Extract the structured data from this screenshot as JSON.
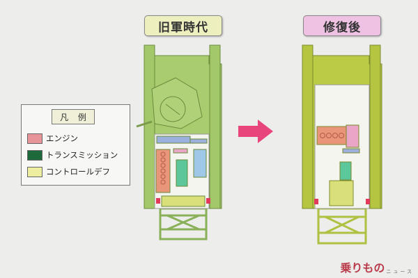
{
  "titles": {
    "before": "旧軍時代",
    "after": "修復後"
  },
  "legend": {
    "title": "凡 例",
    "items": [
      {
        "label": "エンジン",
        "color": "#e8959a"
      },
      {
        "label": "トランスミッション",
        "color": "#1f6a3c"
      },
      {
        "label": "コントロールデフ",
        "color": "#eeeea0"
      }
    ]
  },
  "colors": {
    "hull_before": "#a9cc6e",
    "hull_after": "#bccb46",
    "arrow": "#e8457d",
    "cooling": "#9fc7e6",
    "gearbox": "#9bb0dc",
    "transmission": "#5cc79a"
  },
  "logo": {
    "main": "乗りもの",
    "sub": "ニュース"
  }
}
